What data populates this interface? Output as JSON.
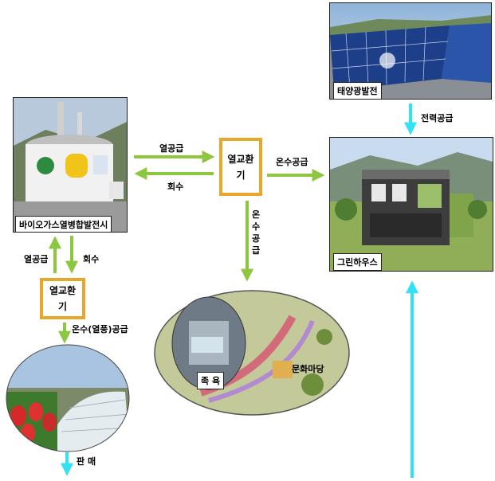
{
  "nodes": {
    "solar": "태양광발전",
    "biogas": "바이오가스열병합발전시",
    "greenhouse": "그린하우스",
    "hx_top": "열교환기",
    "hx_left": "열교환기",
    "culture": "문화마당",
    "footbath": "족  욕"
  },
  "edges": {
    "power_supply": "전력공급",
    "heat_supply_top": "열공급",
    "return_top": "회수",
    "hot_water_supply": "온수공급",
    "hot_water_supply_down": "온수공급",
    "heat_supply_left": "열공급",
    "return_left": "회수",
    "hot_water_cold_supply": "온수(열풍)공급",
    "sale": "판  매"
  },
  "colors": {
    "green_arrow": "#8dc63f",
    "cyan_arrow": "#33e1f5",
    "exchanger_border": "#e8a72b"
  }
}
